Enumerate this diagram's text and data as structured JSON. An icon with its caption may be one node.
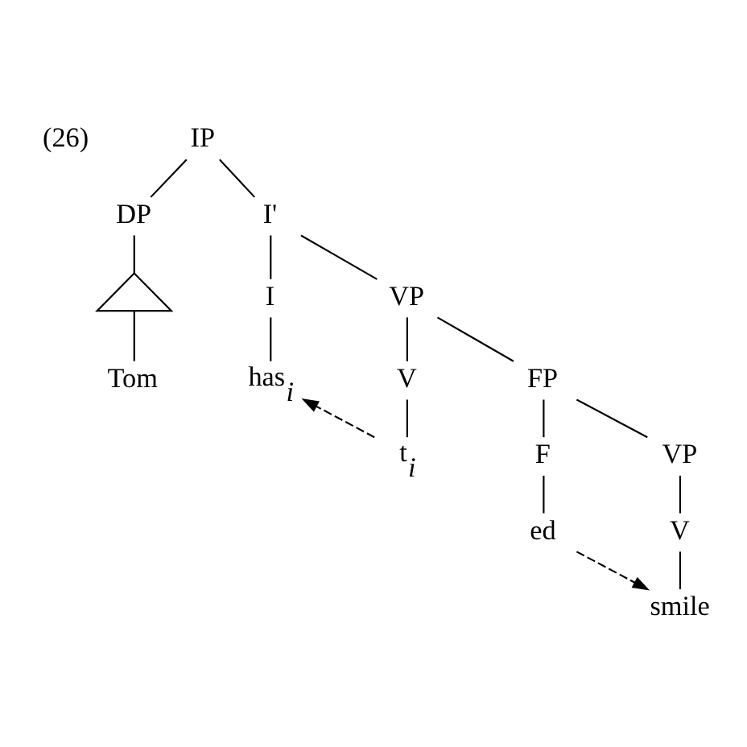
{
  "diagram": {
    "nodes": [
      {
        "text": [
          "IP"
        ]
      },
      {
        "text": [
          "DP"
        ]
      },
      {
        "text": [],
        "shape": "triangle"
      },
      {
        "text": [
          "Tom"
        ]
      },
      {
        "text": [
          "I'"
        ]
      },
      {
        "text": [
          "I"
        ]
      },
      {
        "text": [
          "has$_{i}$"
        ]
      },
      {
        "text": [
          "VP"
        ]
      },
      {
        "text": [
          "V"
        ]
      },
      {
        "text": [
          "t$_{i}$"
        ]
      },
      {
        "text": [
          "FP"
        ]
      },
      {
        "text": [
          "F"
        ]
      },
      {
        "text": [
          "ed"
        ]
      },
      {
        "text": [
          "VP"
        ]
      },
      {
        "text": [
          "V"
        ]
      },
      {
        "text": [
          "smile"
        ]
      }
    ],
    "edges": [
      {
        "from": 0,
        "to": 1,
        "arrow": "none"
      },
      {
        "from": 1,
        "to": 2,
        "arrow": "none"
      },
      {
        "from": 2,
        "to": 3,
        "arrow": "none"
      },
      {
        "from": 0,
        "to": 4,
        "arrow": "none"
      },
      {
        "from": 4,
        "to": 5,
        "arrow": "none"
      },
      {
        "from": 5,
        "to": 6,
        "arrow": "none"
      },
      {
        "from": 4,
        "to": 7,
        "arrow": "none"
      },
      {
        "from": 7,
        "to": 8,
        "arrow": "none"
      },
      {
        "from": 8,
        "to": 9,
        "arrow": "none"
      },
      {
        "from": 7,
        "to": 10,
        "arrow": "none"
      },
      {
        "from": 10,
        "to": 11,
        "arrow": "none"
      },
      {
        "from": 11,
        "to": 12,
        "arrow": "none"
      },
      {
        "from": 10,
        "to": 13,
        "arrow": "none"
      },
      {
        "from": 13,
        "to": 14,
        "arrow": "none"
      },
      {
        "from": 14,
        "to": 15,
        "arrow": "none"
      },
      {
        "from": 9,
        "to": 6,
        "arrow": "to",
        "style": "dashed"
      },
      {
        "from": 12,
        "to": 15,
        "arrow": "to",
        "style": "dashed"
      }
    ],
    "labels": [
      "(26)"
    ]
  }
}
